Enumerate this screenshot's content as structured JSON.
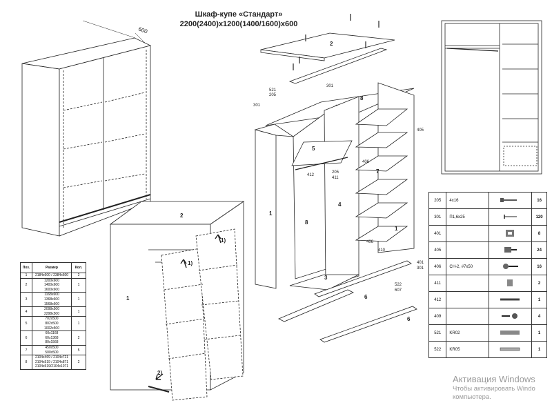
{
  "title": {
    "line1": "Шкаф-купе «Стандарт»",
    "line2": "2200(2400)x1200(1400/1600)x600"
  },
  "depth_label": "600",
  "callouts": {
    "panel_1": "1",
    "panel_2": "2",
    "panel_3": "3",
    "panel_4": "4",
    "panel_5": "5",
    "panel_6": "6",
    "panel_7": "7",
    "panel_8": "8",
    "fit_205": "205",
    "fit_301": "301",
    "fit_401": "401",
    "fit_405": "405",
    "fit_406": "406",
    "fit_410": "410",
    "fit_411": "411",
    "fit_412": "412",
    "fit_521": "521",
    "fit_522": "522",
    "fit_607": "607",
    "step_1": "1)",
    "step_2": "2)"
  },
  "parts_table": {
    "headers": {
      "pos": "Поз.",
      "size": "Размер",
      "qty": "Кол."
    },
    "rows": [
      {
        "pos": "1",
        "sizes": [
          "2184x600 / 2384x600"
        ],
        "qty": "2"
      },
      {
        "pos": "2",
        "sizes": [
          "1200x600",
          "1400x600",
          "1600x600"
        ],
        "qty": "1"
      },
      {
        "pos": "3",
        "sizes": [
          "1168x600",
          "1368x600",
          "1568x600"
        ],
        "qty": "1"
      },
      {
        "pos": "4",
        "sizes": [
          "2098x500",
          "2298x500"
        ],
        "qty": "1"
      },
      {
        "pos": "5",
        "sizes": [
          "702x500",
          "802x500",
          "1002x500"
        ],
        "qty": "1"
      },
      {
        "pos": "6",
        "sizes": [
          "60x1168",
          "60x1368",
          "80x1568"
        ],
        "qty": "2"
      },
      {
        "pos": "7",
        "sizes": [
          "450x500",
          "500x500"
        ],
        "qty": "5"
      },
      {
        "pos": "8",
        "sizes": [
          "2104x469 / 2104x721",
          "2104x519 / 2104x871",
          "2104x519/2104x1071"
        ],
        "qty": "2"
      }
    ]
  },
  "fittings_table": [
    {
      "code": "205",
      "desc": "4x16",
      "icon": "screw-icon",
      "qty": "16"
    },
    {
      "code": "301",
      "desc": "П1,6x25",
      "icon": "nail-icon",
      "qty": "120"
    },
    {
      "code": "401",
      "desc": "",
      "icon": "corner-bracket-icon",
      "qty": "8"
    },
    {
      "code": "405",
      "desc": "",
      "icon": "shelf-support-icon",
      "qty": "24"
    },
    {
      "code": "406",
      "desc": "СН-2, #7x50",
      "icon": "confirmat-icon",
      "qty": "16"
    },
    {
      "code": "411",
      "desc": "",
      "icon": "hook-icon",
      "qty": "2"
    },
    {
      "code": "412",
      "desc": "",
      "icon": "rod-holder-icon",
      "qty": "1"
    },
    {
      "code": "409",
      "desc": "",
      "icon": "eccentric-tie-icon",
      "qty": "4"
    },
    {
      "code": "521",
      "desc": "KR02",
      "icon": "upper-rail-icon",
      "qty": "1"
    },
    {
      "code": "522",
      "desc": "KR05",
      "icon": "lower-rail-icon",
      "qty": "1"
    }
  ],
  "watermark": {
    "line1": "Активация Windows",
    "line2": "Чтобы активировать Windo",
    "line3": "компьютера."
  }
}
